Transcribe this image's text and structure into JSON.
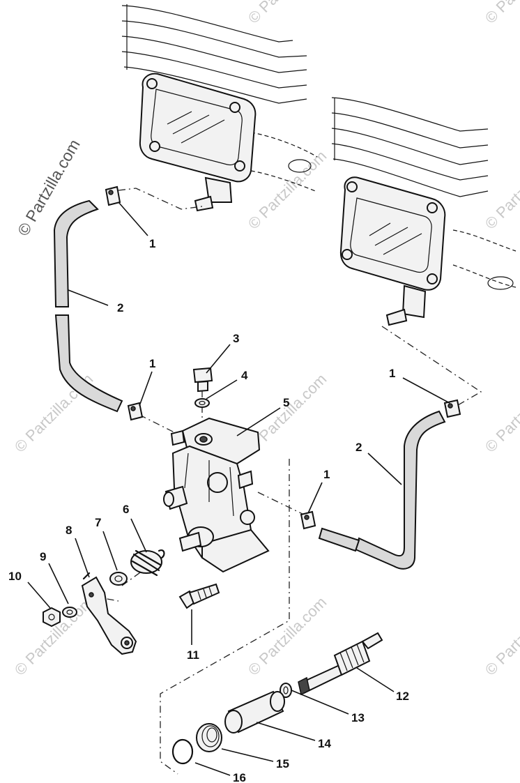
{
  "watermark": {
    "side": "© Partzilla.com",
    "tile": "© Partzilla.com"
  },
  "callouts": {
    "c1a": "1",
    "c1b": "1",
    "c1c": "1",
    "c1d": "1",
    "c2a": "2",
    "c2b": "2",
    "c3": "3",
    "c4": "4",
    "c5": "5",
    "c6": "6",
    "c7": "7",
    "c8": "8",
    "c9": "9",
    "c10": "10",
    "c11": "11",
    "c12": "12",
    "c13": "13",
    "c14": "14",
    "c15": "15",
    "c16": "16"
  }
}
